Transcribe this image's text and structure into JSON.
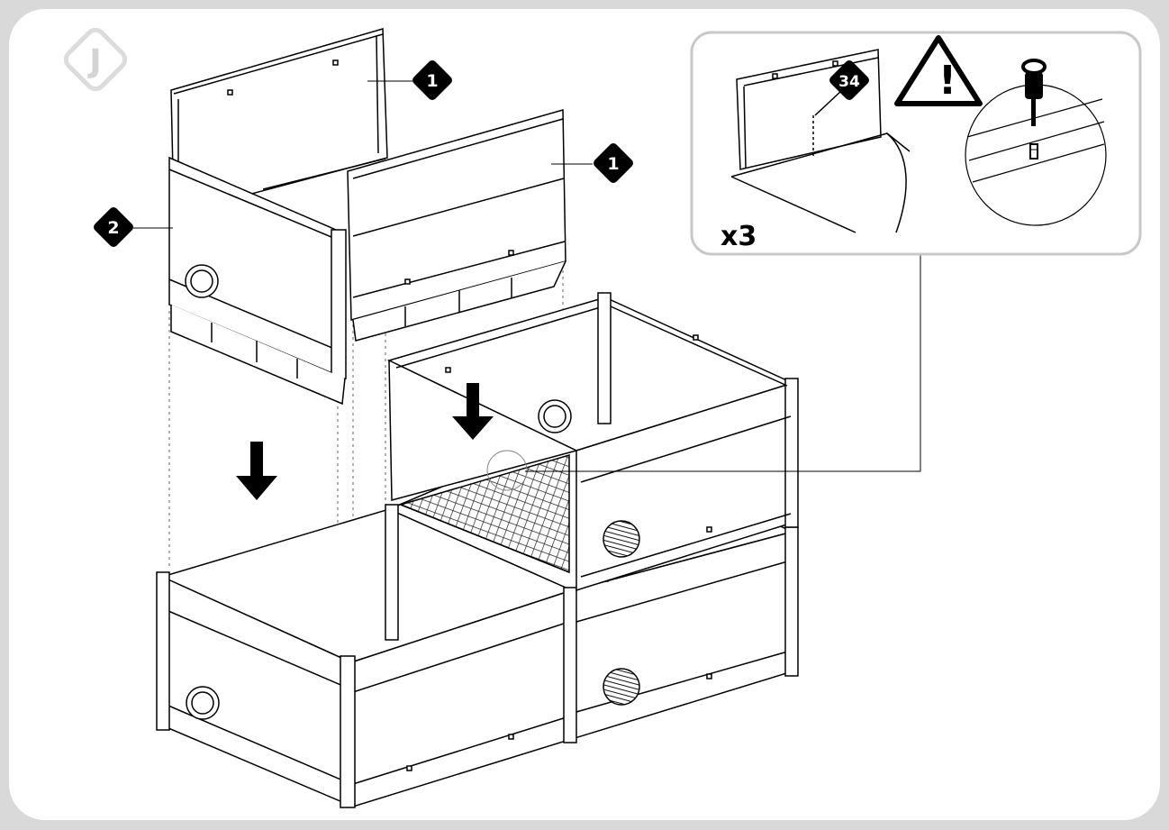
{
  "step": {
    "letter": "J",
    "badge_color": "#dcdcdc"
  },
  "callouts": [
    {
      "number": "1",
      "part": "side-panel"
    },
    {
      "number": "1",
      "part": "side-panel"
    },
    {
      "number": "2",
      "part": "end-panel"
    }
  ],
  "detail": {
    "screw_number": "34",
    "quantity": "x3",
    "warning_symbol": "!",
    "icons": [
      "warning-triangle-icon",
      "screwdriver-icon",
      "screw-icon"
    ]
  },
  "colors": {
    "line": "#000000",
    "callout_fill": "#000000",
    "callout_text": "#ffffff",
    "frame": "#d9d9d9",
    "panel": "#ffffff"
  }
}
